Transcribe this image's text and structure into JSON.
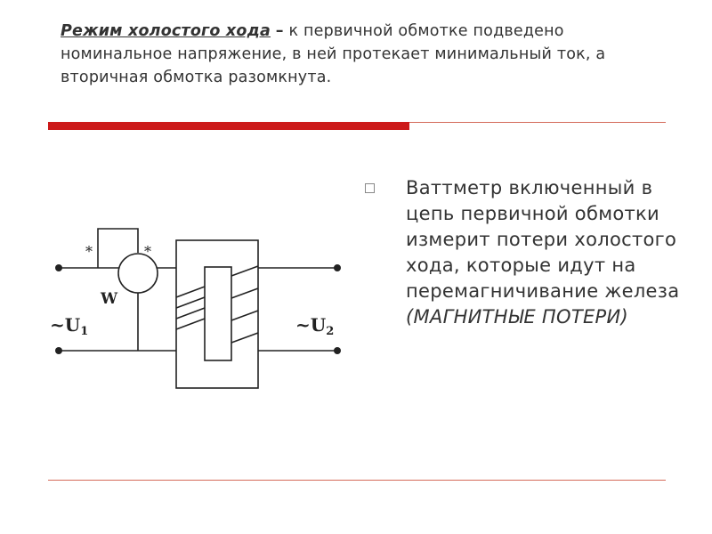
{
  "slide": {
    "title_term": "Режим холостого хода",
    "title_dash": "–",
    "title_rest": "к первичной обмотке подведено номинальное напряжение, в ней протекает минимальный ток, а вторичная обмотка разомкнута.",
    "bullet_text": "Ваттметр включенный в цепь первичной обмотки измерит потери холостого хода, которые идут на перемагничивание железа",
    "bullet_emphasis": "(МАГНИТНЫЕ ПОТЕРИ)"
  },
  "diagram": {
    "input_prefix": "~U",
    "input_sub": "1",
    "output_prefix": "~U",
    "output_sub": "2",
    "wattmeter_label": "W",
    "star_left": "*",
    "star_right": "*"
  },
  "colors": {
    "accent_red": "#cc1a1a",
    "thin_rule": "#d46a5a",
    "text": "#333333",
    "circuit": "#222222"
  }
}
